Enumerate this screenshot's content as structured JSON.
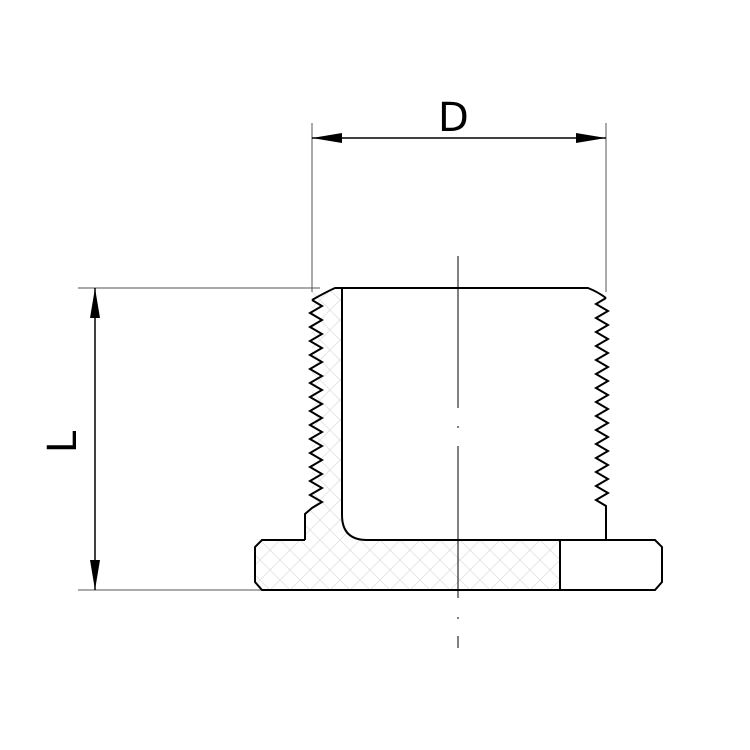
{
  "diagram": {
    "type": "mechanical cross-section",
    "subject": "threaded bushing / nipple with flange",
    "dimensions": {
      "diameter": {
        "label": "D"
      },
      "length": {
        "label": "L"
      }
    },
    "colors": {
      "line": "#000000",
      "extension_line": "#555555",
      "hatch": "#dddddd",
      "background": "#ffffff"
    }
  }
}
